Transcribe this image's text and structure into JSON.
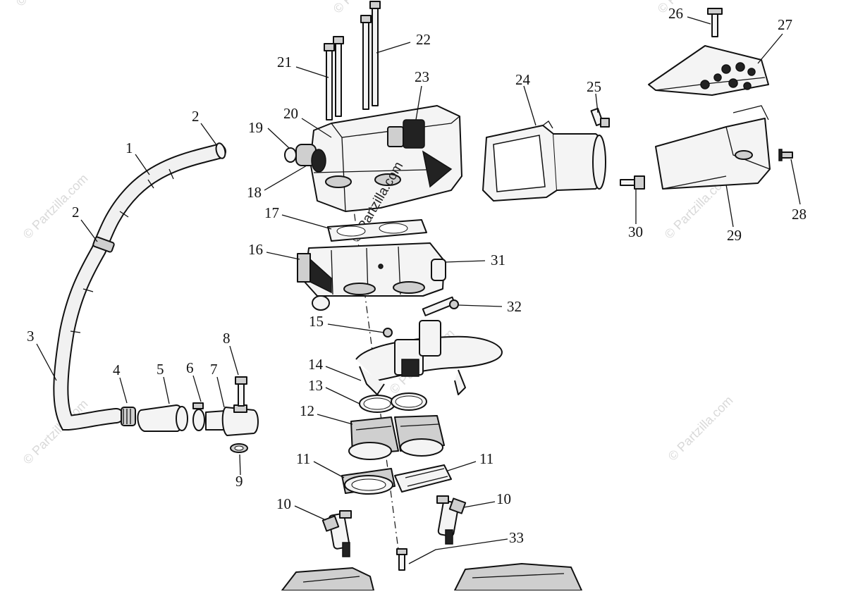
{
  "callouts": [
    "1",
    "2",
    "2",
    "3",
    "4",
    "5",
    "6",
    "7",
    "8",
    "9",
    "10",
    "10",
    "11",
    "11",
    "12",
    "13",
    "14",
    "15",
    "16",
    "17",
    "18",
    "19",
    "20",
    "21",
    "22",
    "23",
    "24",
    "25",
    "26",
    "27",
    "28",
    "29",
    "30",
    "31",
    "32",
    "33"
  ],
  "watermarks": {
    "site": "© Partzilla.com"
  }
}
